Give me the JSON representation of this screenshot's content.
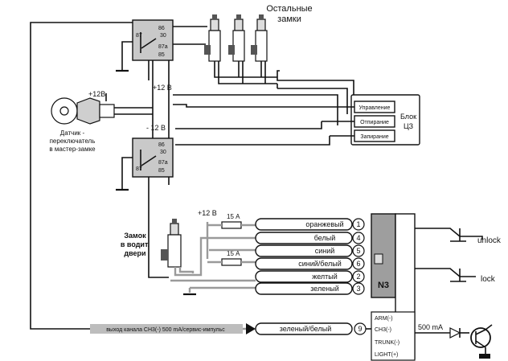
{
  "locks_label": [
    "Остальные",
    "замки"
  ],
  "relay_top_pins": [
    "86",
    "30",
    "87",
    "87a",
    "85"
  ],
  "relay_bottom_pins": [
    "86",
    "30",
    "87",
    "87a",
    "85"
  ],
  "supply_top": "+12 В",
  "supply_bottom": "- 12 В",
  "key_supply": "+12В",
  "sensor_label": [
    "Датчик -",
    "переключатель",
    "в мастер-замке"
  ],
  "block_label": [
    "Блок",
    "ЦЗ"
  ],
  "block_rows": [
    "Управление",
    "Отпирание",
    "Запирание"
  ],
  "door_lock_label": [
    "Замок",
    "в водит.",
    "двери"
  ],
  "fuse_supply": "+12 В",
  "fuse1": "15 А",
  "fuse2": "15 А",
  "connector_label": "N3",
  "wires": [
    {
      "num": "1",
      "color": "оранжевый"
    },
    {
      "num": "4",
      "color": "белый"
    },
    {
      "num": "5",
      "color": "синий"
    },
    {
      "num": "6",
      "color": "синий/белый"
    },
    {
      "num": "2",
      "color": "желтый"
    },
    {
      "num": "3",
      "color": "зеленый"
    }
  ],
  "wire9": {
    "num": "9",
    "color": "зеленый/белый"
  },
  "output_label": "выход канала CH3(-) 500 mA/сервис-импульс",
  "unlock": "unlock",
  "lock": "lock",
  "current": "500 mA",
  "lower_labels": [
    "ARM(-)",
    "CH3(-)",
    "TRUNK(-)",
    "LIGHT(+)"
  ]
}
